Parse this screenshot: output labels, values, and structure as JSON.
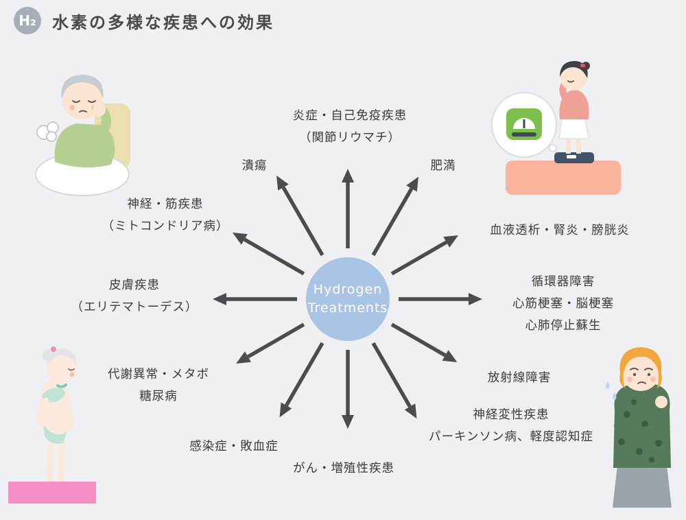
{
  "header": {
    "badge": "H₂",
    "title": "水素の多様な疾患への効果"
  },
  "center": {
    "lines": [
      "Hydrogen",
      "Treatments"
    ]
  },
  "spokes": [
    {
      "name": "inflammation",
      "lines": [
        "炎症・自己免疫疾患",
        "（関節リウマチ）"
      ]
    },
    {
      "name": "obesity",
      "lines": [
        "肥満"
      ]
    },
    {
      "name": "dialysis",
      "lines": [
        "血液透析・腎炎・膀胱炎"
      ]
    },
    {
      "name": "circulatory",
      "lines": [
        "循環器障害",
        "心筋梗塞・脳梗塞",
        "心肺停止蘇生"
      ]
    },
    {
      "name": "radiation",
      "lines": [
        "放射線障害"
      ]
    },
    {
      "name": "neurodegenerative",
      "lines": [
        "神経変性疾患",
        "パーキンソン病、軽度認知症"
      ]
    },
    {
      "name": "cancer",
      "lines": [
        "がん・増殖性疾患"
      ]
    },
    {
      "name": "infection",
      "lines": [
        "感染症・敗血症"
      ]
    },
    {
      "name": "metabolic",
      "lines": [
        "代謝異常・メタボ",
        "糖尿病"
      ]
    },
    {
      "name": "skin",
      "lines": [
        "皮膚疾患",
        "（エリテマトーデス）"
      ]
    },
    {
      "name": "neuromuscular",
      "lines": [
        "神経・筋疾患",
        "（ミトコンドリア病）"
      ]
    },
    {
      "name": "ulcer",
      "lines": [
        "潰瘍"
      ]
    }
  ],
  "colors": {
    "background": "#eef0f3",
    "center_circle": "#a9c4e4",
    "arrow": "#4c4c4c",
    "text": "#3b3b3b",
    "badge": "#a7aeb5"
  }
}
